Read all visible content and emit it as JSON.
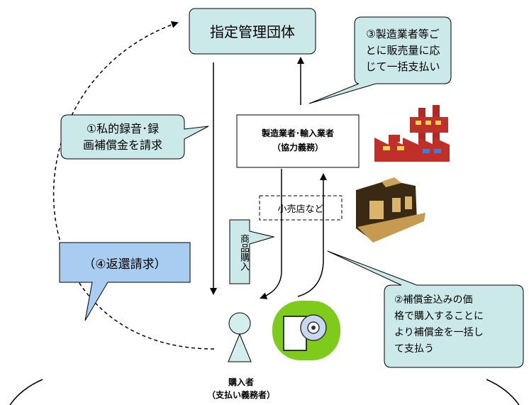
{
  "nodes": {
    "management_org": "指定管理団体",
    "manufacturer_line1": "製造業者･輸入業者",
    "manufacturer_line2": "（協力義務）",
    "retailer": "小売店など",
    "purchaser_line1": "購入者",
    "purchaser_line2": "（支払い義務者）"
  },
  "callouts": {
    "step1_line1": "①私的録音･録",
    "step1_line2": "画補償金を請求",
    "step2_line1": "②補償金込みの価",
    "step2_line2": "格で購入することに",
    "step2_line3": "より補償金を一括し",
    "step2_line4": "て支払う",
    "step3_line1": "③製造業者等ご",
    "step3_line2": "とに販売量に応",
    "step3_line3": "じて一括支払い",
    "step4": "（④返還請求）",
    "purchase_vertical": "商品購入"
  },
  "icons": [
    "factory-icon",
    "store-icon",
    "person-icon",
    "cd-icon"
  ],
  "colors": {
    "callout_fill": "#cce9ea",
    "refund_fill": "#a9cdf0",
    "factory_red": "#c0302a",
    "cd_green": "#7ecb1c",
    "person_fill": "#d4eeee"
  }
}
